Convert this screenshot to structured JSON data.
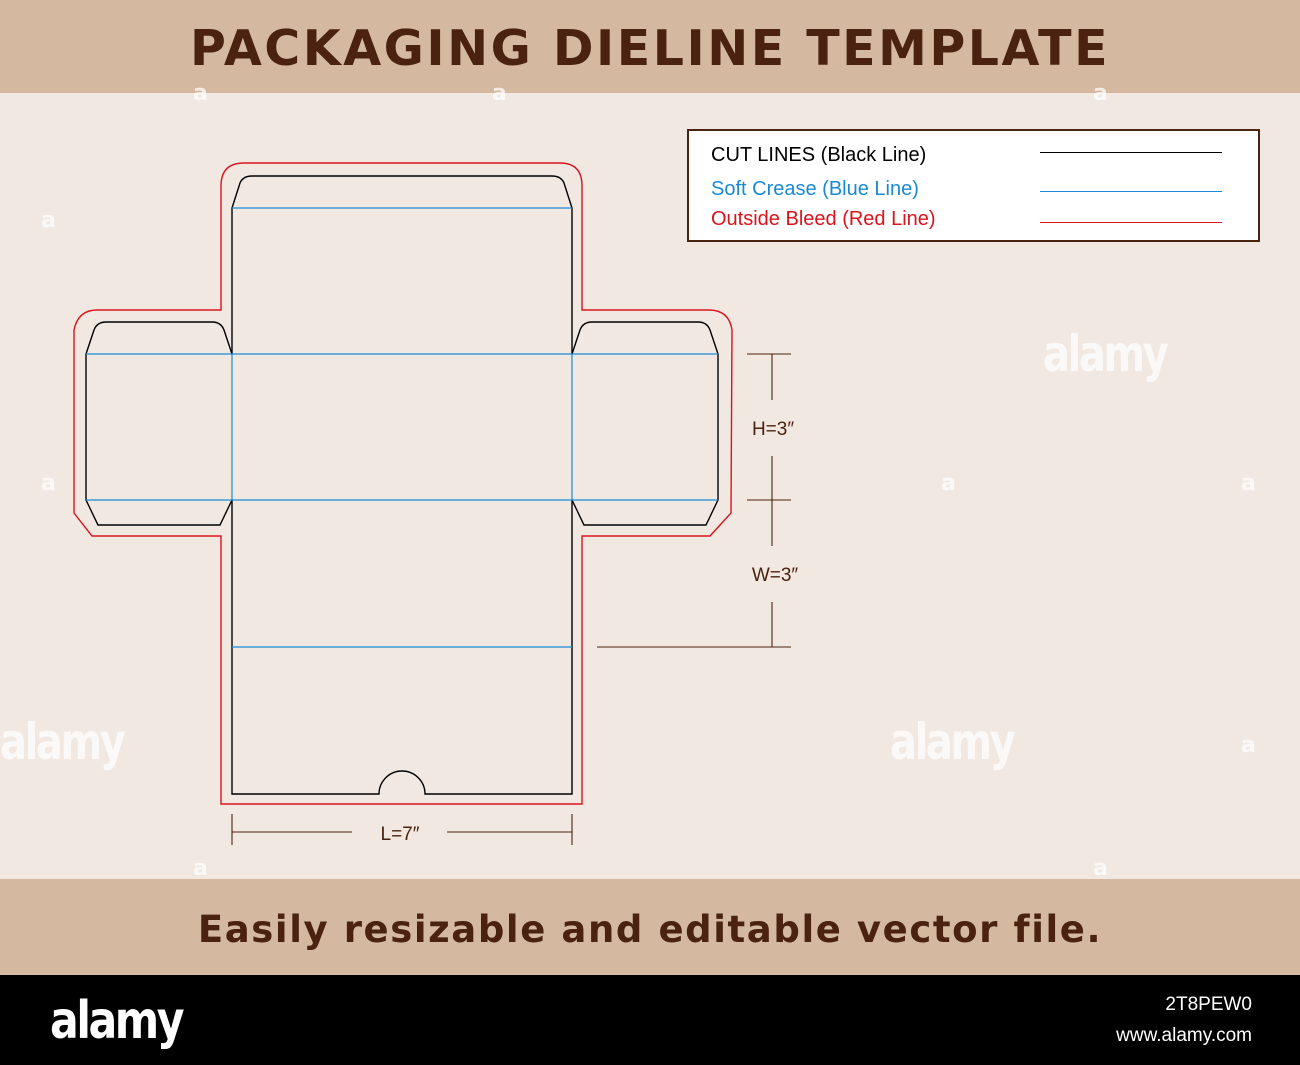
{
  "header": {
    "title": "PACKAGING DIELINE TEMPLATE"
  },
  "legend": {
    "items": [
      {
        "label": "CUT LINES (Black Line)",
        "color": "#000000"
      },
      {
        "label": "Soft Crease (Blue Line)",
        "color": "#1a8ad4"
      },
      {
        "label": "Outside Bleed (Red Line)",
        "color": "#d9141d"
      }
    ]
  },
  "dimensions": {
    "height_label": "H=3″",
    "width_label": "W=3″",
    "length_label": "L=7″"
  },
  "footer": {
    "text": "Easily resizable and editable vector file."
  },
  "watermark": {
    "brand": "alamy",
    "brand_short": "a",
    "image_id": "2T8PEW0",
    "url": "www.alamy.com"
  },
  "colors": {
    "header_bg": "#d4b9a0",
    "canvas_bg": "#f2e8e2",
    "title_text": "#4a220f",
    "cut_line": "#000000",
    "crease_line": "#1a8ad4",
    "bleed_line": "#d9141d",
    "dimension_line": "#4a220f"
  }
}
